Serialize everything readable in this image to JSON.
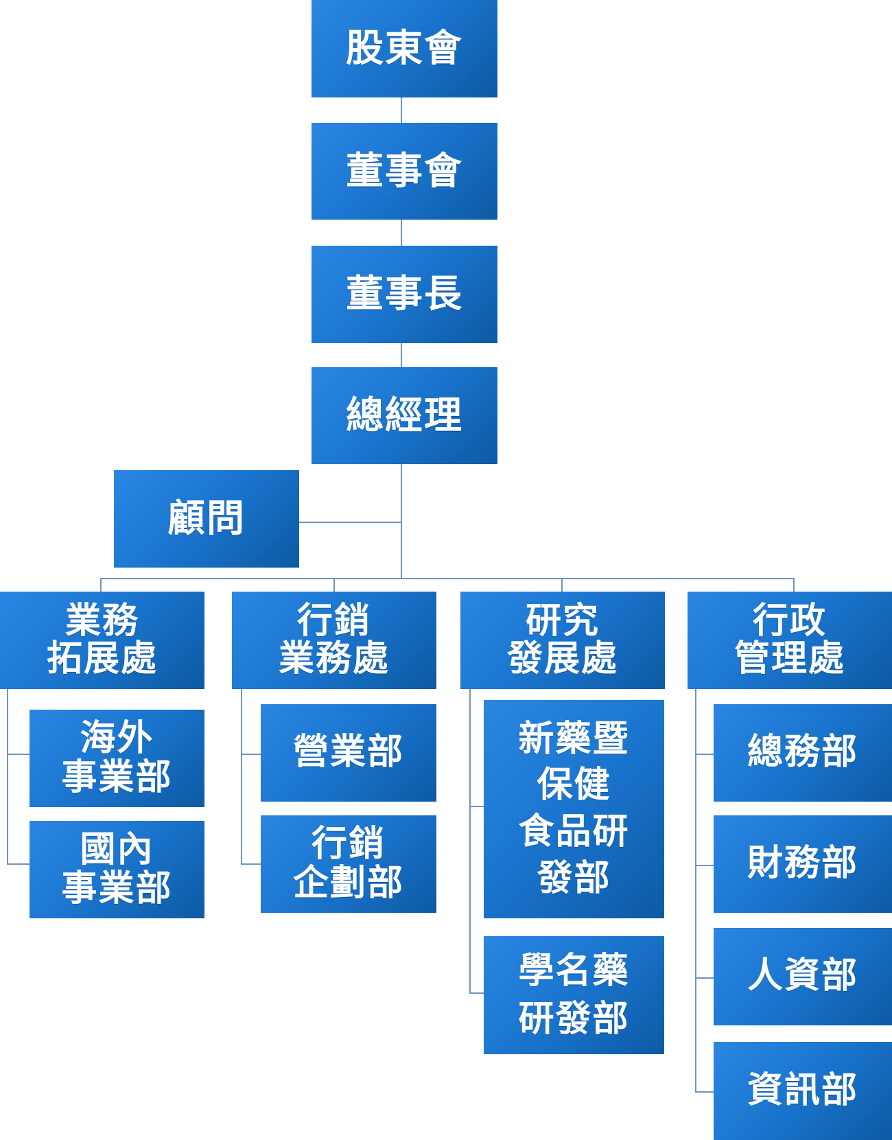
{
  "diagram": {
    "top_chain": [
      {
        "id": "shareholders",
        "label": "股東會"
      },
      {
        "id": "board",
        "label": "董事會"
      },
      {
        "id": "chairman",
        "label": "董事長"
      },
      {
        "id": "general-manager",
        "label": "總經理"
      }
    ],
    "advisor": {
      "id": "advisor",
      "label": "顧問"
    },
    "divisions": [
      {
        "id": "business-development",
        "lines": [
          "業務",
          "拓展處"
        ],
        "units": [
          {
            "id": "overseas-business",
            "lines": [
              "海外",
              "事業部"
            ]
          },
          {
            "id": "domestic-business",
            "lines": [
              "國內",
              "事業部"
            ]
          }
        ]
      },
      {
        "id": "marketing-business",
        "lines": [
          "行銷",
          "業務處"
        ],
        "units": [
          {
            "id": "sales",
            "lines": [
              "營業部"
            ]
          },
          {
            "id": "marketing-planning",
            "lines": [
              "行銷",
              "企劃部"
            ]
          }
        ]
      },
      {
        "id": "research-development",
        "lines": [
          "研究",
          "發展處"
        ],
        "units": [
          {
            "id": "new-drug-health-food-rd",
            "lines": [
              "新藥暨",
              "保健",
              "食品研",
              "發部"
            ]
          },
          {
            "id": "generic-drug-rd",
            "lines": [
              "學名藥",
              "研發部"
            ]
          }
        ]
      },
      {
        "id": "administration",
        "lines": [
          "行政",
          "管理處"
        ],
        "units": [
          {
            "id": "general-affairs",
            "lines": [
              "總務部"
            ]
          },
          {
            "id": "finance",
            "lines": [
              "財務部"
            ]
          },
          {
            "id": "human-resources",
            "lines": [
              "人資部"
            ]
          },
          {
            "id": "information",
            "lines": [
              "資訊部"
            ]
          }
        ]
      }
    ]
  },
  "colors": {
    "box_gradient_start": "#1d7fe0",
    "box_gradient_end": "#0d5eab",
    "connector": "#6f95bd",
    "text": "#ffffff"
  }
}
